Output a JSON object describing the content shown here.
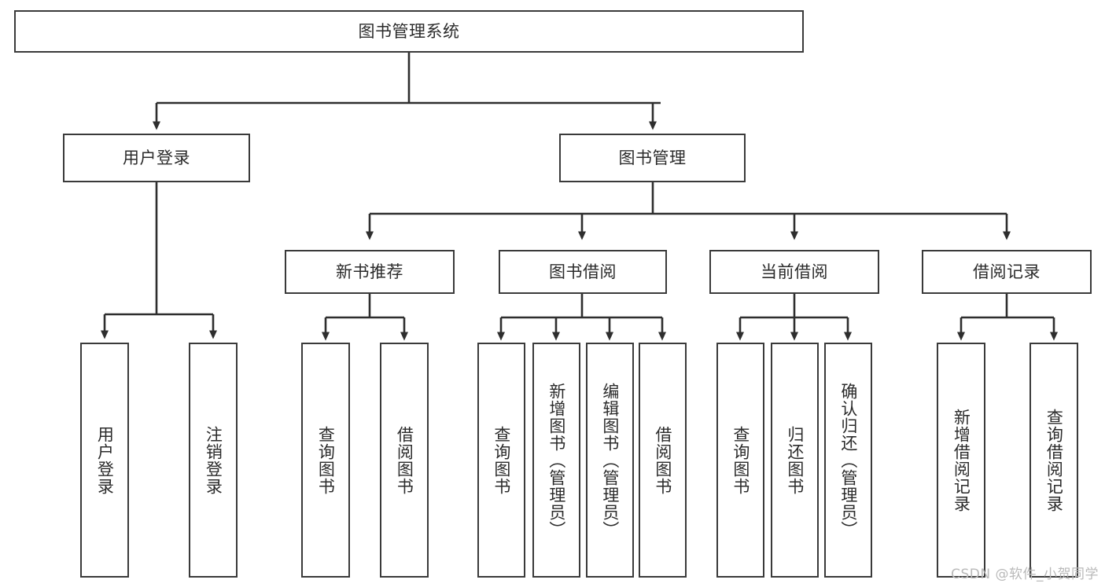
{
  "diagram": {
    "title": "图书管理系统",
    "type": "tree",
    "root": {
      "id": "root",
      "label": "图书管理系统"
    },
    "level1": [
      {
        "id": "user-login",
        "label": "用户登录"
      },
      {
        "id": "book-management",
        "label": "图书管理"
      }
    ],
    "level2": [
      {
        "id": "new-book-recommend",
        "label": "新书推荐",
        "parent": "book-management"
      },
      {
        "id": "book-borrow",
        "label": "图书借阅",
        "parent": "book-management"
      },
      {
        "id": "current-borrow",
        "label": "当前借阅",
        "parent": "book-management"
      },
      {
        "id": "borrow-record",
        "label": "借阅记录",
        "parent": "book-management"
      }
    ],
    "leaves": [
      {
        "id": "leaf-user-login",
        "label": "用户登录",
        "parent": "user-login"
      },
      {
        "id": "leaf-logout-login",
        "label": "注销登录",
        "parent": "user-login"
      },
      {
        "id": "leaf-query-book-1",
        "label": "查询图书",
        "parent": "new-book-recommend"
      },
      {
        "id": "leaf-borrow-book-1",
        "label": "借阅图书",
        "parent": "new-book-recommend"
      },
      {
        "id": "leaf-query-book-2",
        "label": "查询图书",
        "parent": "book-borrow"
      },
      {
        "id": "leaf-add-book",
        "label": "新增图书（管理员）",
        "parent": "book-borrow"
      },
      {
        "id": "leaf-edit-book",
        "label": "编辑图书（管理员）",
        "parent": "book-borrow"
      },
      {
        "id": "leaf-borrow-book-2",
        "label": "借阅图书",
        "parent": "book-borrow"
      },
      {
        "id": "leaf-query-book-3",
        "label": "查询图书",
        "parent": "current-borrow"
      },
      {
        "id": "leaf-return-book",
        "label": "归还图书",
        "parent": "current-borrow"
      },
      {
        "id": "leaf-confirm-return",
        "label": "确认归还（管理员）",
        "parent": "current-borrow"
      },
      {
        "id": "leaf-add-record",
        "label": "新增借阅记录",
        "parent": "borrow-record"
      },
      {
        "id": "leaf-query-record",
        "label": "查询借阅记录",
        "parent": "borrow-record"
      }
    ],
    "colors": {
      "border": "#3a3a3a",
      "text": "#2b2b2b",
      "background": "#ffffff",
      "edge": "#2e2e2e",
      "watermark": "#b9b9b9"
    }
  },
  "watermark": {
    "text": "CSDN @软件_小贺同学"
  }
}
